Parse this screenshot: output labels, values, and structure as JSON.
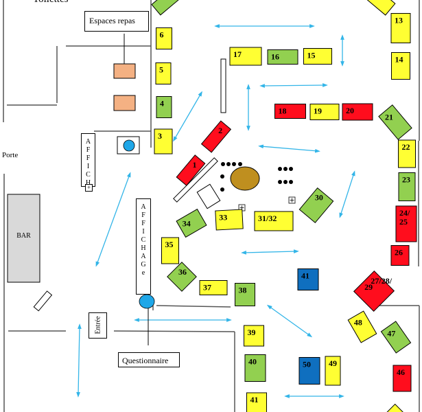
{
  "title": "Plan de salle",
  "labels": {
    "toilettes": "Toilettes",
    "espaces_repas": "Espaces repas",
    "porte": "Porte",
    "bar": [
      "B",
      "A",
      "R"
    ],
    "affich_small": [
      "A",
      "F",
      "F",
      "I",
      "C",
      "H"
    ],
    "affichage": [
      "A",
      "F",
      "F",
      "I",
      "C",
      "H",
      "A",
      "G",
      "e"
    ],
    "entree": "Entrée",
    "questionnaire": "Questionnaire"
  },
  "colors": {
    "yellow": "#ffff33",
    "green": "#92d050",
    "red": "#ff0d1d",
    "blue": "#0f6fbf",
    "salmon": "#f4b183",
    "brown": "#bf8f1f",
    "arrow": "#33b5e8",
    "bar_gray": "#d9d9d9",
    "circle_blue": "#1fa7e8"
  },
  "stands": [
    {
      "id": "top-green",
      "label": "",
      "color": "green"
    },
    {
      "id": "6",
      "label": "6",
      "color": "yellow"
    },
    {
      "id": "5",
      "label": "5",
      "color": "yellow"
    },
    {
      "id": "4",
      "label": "4",
      "color": "green"
    },
    {
      "id": "3",
      "label": "3",
      "color": "yellow"
    },
    {
      "id": "2",
      "label": "2",
      "color": "red"
    },
    {
      "id": "1",
      "label": "1",
      "color": "red"
    },
    {
      "id": "17",
      "label": "17",
      "color": "yellow"
    },
    {
      "id": "16",
      "label": "16",
      "color": "green"
    },
    {
      "id": "15",
      "label": "15",
      "color": "yellow"
    },
    {
      "id": "top-yellow",
      "label": "",
      "color": "yellow"
    },
    {
      "id": "13",
      "label": "13",
      "color": "yellow"
    },
    {
      "id": "14",
      "label": "14",
      "color": "yellow"
    },
    {
      "id": "18",
      "label": "18",
      "color": "red"
    },
    {
      "id": "19",
      "label": "19",
      "color": "yellow"
    },
    {
      "id": "20",
      "label": "20",
      "color": "red"
    },
    {
      "id": "21",
      "label": "21",
      "color": "green"
    },
    {
      "id": "22",
      "label": "22",
      "color": "yellow"
    },
    {
      "id": "23",
      "label": "23",
      "color": "green"
    },
    {
      "id": "24-25",
      "label": "24/ 25",
      "color": "red"
    },
    {
      "id": "26",
      "label": "26",
      "color": "red"
    },
    {
      "id": "30",
      "label": "30",
      "color": "green"
    },
    {
      "id": "31-32",
      "label": "31/32",
      "color": "yellow"
    },
    {
      "id": "33",
      "label": "33",
      "color": "yellow"
    },
    {
      "id": "34",
      "label": "34",
      "color": "green"
    },
    {
      "id": "35",
      "label": "35",
      "color": "yellow"
    },
    {
      "id": "36",
      "label": "36",
      "color": "green"
    },
    {
      "id": "37",
      "label": "37",
      "color": "yellow"
    },
    {
      "id": "38",
      "label": "38",
      "color": "green"
    },
    {
      "id": "41a",
      "label": "41",
      "color": "blue"
    },
    {
      "id": "27-28-29",
      "label": "27/28/ 29",
      "color": "red"
    },
    {
      "id": "48",
      "label": "48",
      "color": "yellow"
    },
    {
      "id": "47",
      "label": "47",
      "color": "green"
    },
    {
      "id": "46",
      "label": "46",
      "color": "red"
    },
    {
      "id": "39",
      "label": "39",
      "color": "yellow"
    },
    {
      "id": "40",
      "label": "40",
      "color": "green"
    },
    {
      "id": "50",
      "label": "50",
      "color": "blue"
    },
    {
      "id": "49",
      "label": "49",
      "color": "yellow"
    },
    {
      "id": "41b",
      "label": "41",
      "color": "yellow"
    },
    {
      "id": "bottom-yellow",
      "label": "",
      "color": "yellow"
    }
  ]
}
